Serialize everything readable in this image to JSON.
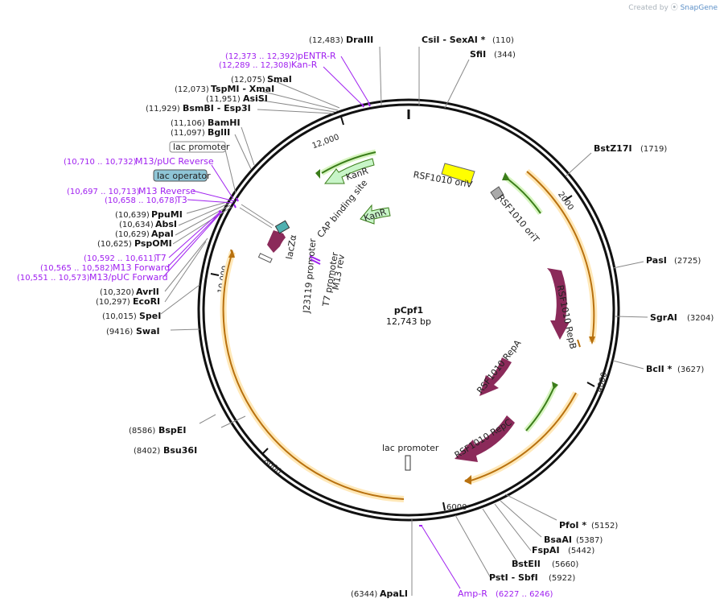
{
  "credit": {
    "prefix": "Created by",
    "brand": "SnapGene"
  },
  "plasmid": {
    "name": "pCpf1",
    "length_label": "12,743 bp",
    "length": 12743
  },
  "ticks": [
    "2000",
    "4000",
    "6000",
    "8000",
    "10,000",
    "12,000"
  ],
  "enzymes_right": [
    {
      "pos": "(110)",
      "name": "CsiI  - SexAI *",
      "pos2": "(110)"
    },
    {
      "pos": "",
      "name": "SfiI",
      "pos2": "(344)"
    },
    {
      "pos": "",
      "name": "BstZ17I",
      "pos2": "(1719)"
    },
    {
      "pos": "",
      "name": "PasI",
      "pos2": "(2725)"
    },
    {
      "pos": "",
      "name": "SgrAI",
      "pos2": "(3204)"
    },
    {
      "pos": "",
      "name": "BclI *",
      "pos2": "(3627)"
    },
    {
      "pos": "",
      "name": "PfoI *",
      "pos2": "(5152)"
    },
    {
      "pos": "",
      "name": "BsaAI",
      "pos2": "(5387)"
    },
    {
      "pos": "",
      "name": "FspAI",
      "pos2": "(5442)"
    },
    {
      "pos": "",
      "name": "BstEII",
      "pos2": "(5660)"
    },
    {
      "pos": "",
      "name": "PstI  - SbfI",
      "pos2": "(5922)"
    }
  ],
  "enzymes_left": [
    {
      "pos": "(12,483)",
      "name": "DraIII"
    },
    {
      "pos": "(12,075)",
      "name": "SmaI"
    },
    {
      "pos": "(12,073)",
      "name": "TspMI  - XmaI"
    },
    {
      "pos": "(11,951)",
      "name": "AsiSI"
    },
    {
      "pos": "(11,929)",
      "name": "BsmBI  - Esp3I"
    },
    {
      "pos": "(11,106)",
      "name": "BamHI"
    },
    {
      "pos": "(11,097)",
      "name": "BglII"
    },
    {
      "pos": "(10,639)",
      "name": "PpuMI"
    },
    {
      "pos": "(10,634)",
      "name": "AbsI"
    },
    {
      "pos": "(10,629)",
      "name": "ApaI"
    },
    {
      "pos": "(10,625)",
      "name": "PspOMI"
    },
    {
      "pos": "(10,320)",
      "name": "AvrII"
    },
    {
      "pos": "(10,297)",
      "name": "EcoRI"
    },
    {
      "pos": "(10,015)",
      "name": "SpeI"
    },
    {
      "pos": "(9416)",
      "name": "SwaI"
    },
    {
      "pos": "(8586)",
      "name": "BspEI"
    },
    {
      "pos": "(8402)",
      "name": "Bsu36I"
    },
    {
      "pos": "(6344)",
      "name": "ApaLI"
    }
  ],
  "primers": [
    {
      "range": "(12,373 .. 12,392)",
      "name": "pENTR-R"
    },
    {
      "range": "(12,289 .. 12,308)",
      "name": "Kan-R"
    },
    {
      "range": "(10,710 .. 10,732)",
      "name": "M13/pUC Reverse"
    },
    {
      "range": "(10,697 .. 10,713)",
      "name": "M13 Reverse"
    },
    {
      "range": "(10,658 .. 10,678)",
      "name": "T3"
    },
    {
      "range": "(10,592 .. 10,611)",
      "name": "T7"
    },
    {
      "range": "(10,565 .. 10,582)",
      "name": "M13 Forward"
    },
    {
      "range": "(10,551 .. 10,573)",
      "name": "M13/pUC Forward"
    },
    {
      "range": "(6227 .. 6246)",
      "name": "Amp-R"
    }
  ],
  "boxed_features": {
    "lac_promoter": "lac promoter",
    "lac_operator": "lac operator"
  },
  "features": {
    "kanr_outer": "KanR",
    "kanr_inner": "KanR",
    "cap_site": "CAP binding site",
    "rsf_oriv": "RSF1010 oriV",
    "rsf_orit": "RSF1010 oriT",
    "rsf_repb": "RSF1010 RepB",
    "rsf_repa": "RSF1010 RepA",
    "rsf_repc": "RSF1010 RepC",
    "lac_promoter_inner": "lac promoter",
    "lacza": "lacZα",
    "j23119": "J23119 promoter",
    "t7_promoter": "T7 promoter",
    "m13_rev": "M13 rev"
  },
  "colors": {
    "backbone": "#111111",
    "orf": "#f5a623",
    "green": "#6fbf3a",
    "purple_arrow": "#8b2a5a",
    "kanr_fill": "#c8f5c8",
    "oriv": "#ffff00",
    "primer": "#a020f0"
  }
}
